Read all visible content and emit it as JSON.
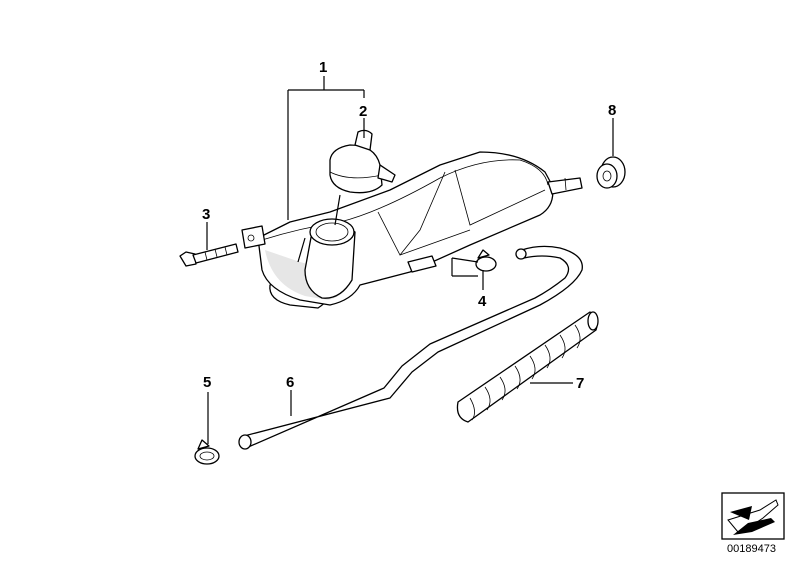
{
  "callouts": {
    "c1": "1",
    "c2": "2",
    "c3": "3",
    "c4": "4",
    "c5": "5",
    "c6": "6",
    "c7": "7",
    "c8": "8"
  },
  "diagram_number": "00189473",
  "icon": "arrow-corner-icon"
}
